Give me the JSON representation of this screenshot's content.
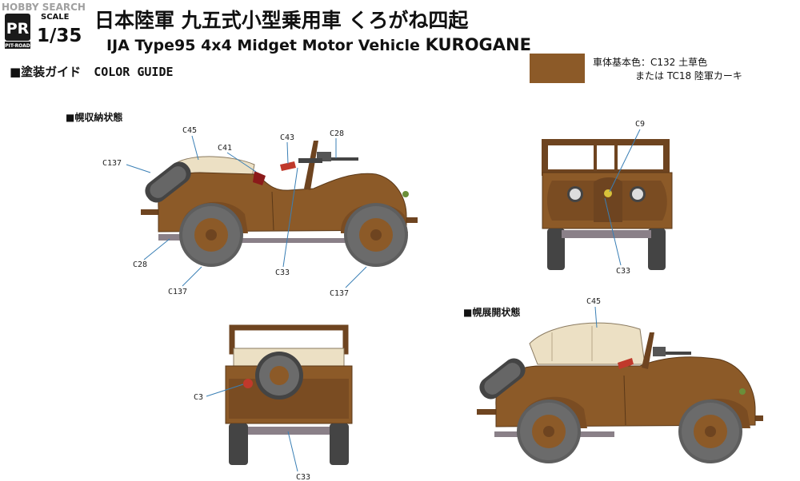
{
  "watermark": "HOBBY SEARCH",
  "brand": {
    "logo_letters": "PR",
    "name": "PIT-ROAD",
    "scale_word": "SCALE",
    "scale_value": "1/35"
  },
  "title": {
    "japanese": "日本陸軍 九五式小型乗用車 くろがね四起",
    "english_prefix": "IJA Type95 4x4 Midget Motor Vehicle ",
    "english_name": "KUROGANE"
  },
  "color_guide": {
    "heading_jp": "■塗装ガイド",
    "heading_en": "COLOR GUIDE"
  },
  "body_color": {
    "swatch_hex": "#8c5a28",
    "line1": "車体基本色：C132 土草色",
    "line2": "または TC18 陸軍カーキ"
  },
  "views": {
    "folded_heading": "■幌収納状態",
    "deployed_heading": "■幌展開状態"
  },
  "callouts": {
    "side": [
      "C45",
      "C43",
      "C28",
      "C41",
      "C137",
      "C28",
      "C33",
      "C137",
      "C137"
    ],
    "front": [
      "C9",
      "C33"
    ],
    "rear": [
      "C3",
      "C33"
    ],
    "deployed": [
      "C45"
    ]
  },
  "colors": {
    "body": "#8c5a28",
    "body_dark": "#6e4420",
    "tire": "#6b6b6b",
    "tire_dark": "#444444",
    "canvas": "#ece0c4",
    "chassis": "#8a8088",
    "leader": "#3a7fb5",
    "red_part": "#c0392b"
  }
}
